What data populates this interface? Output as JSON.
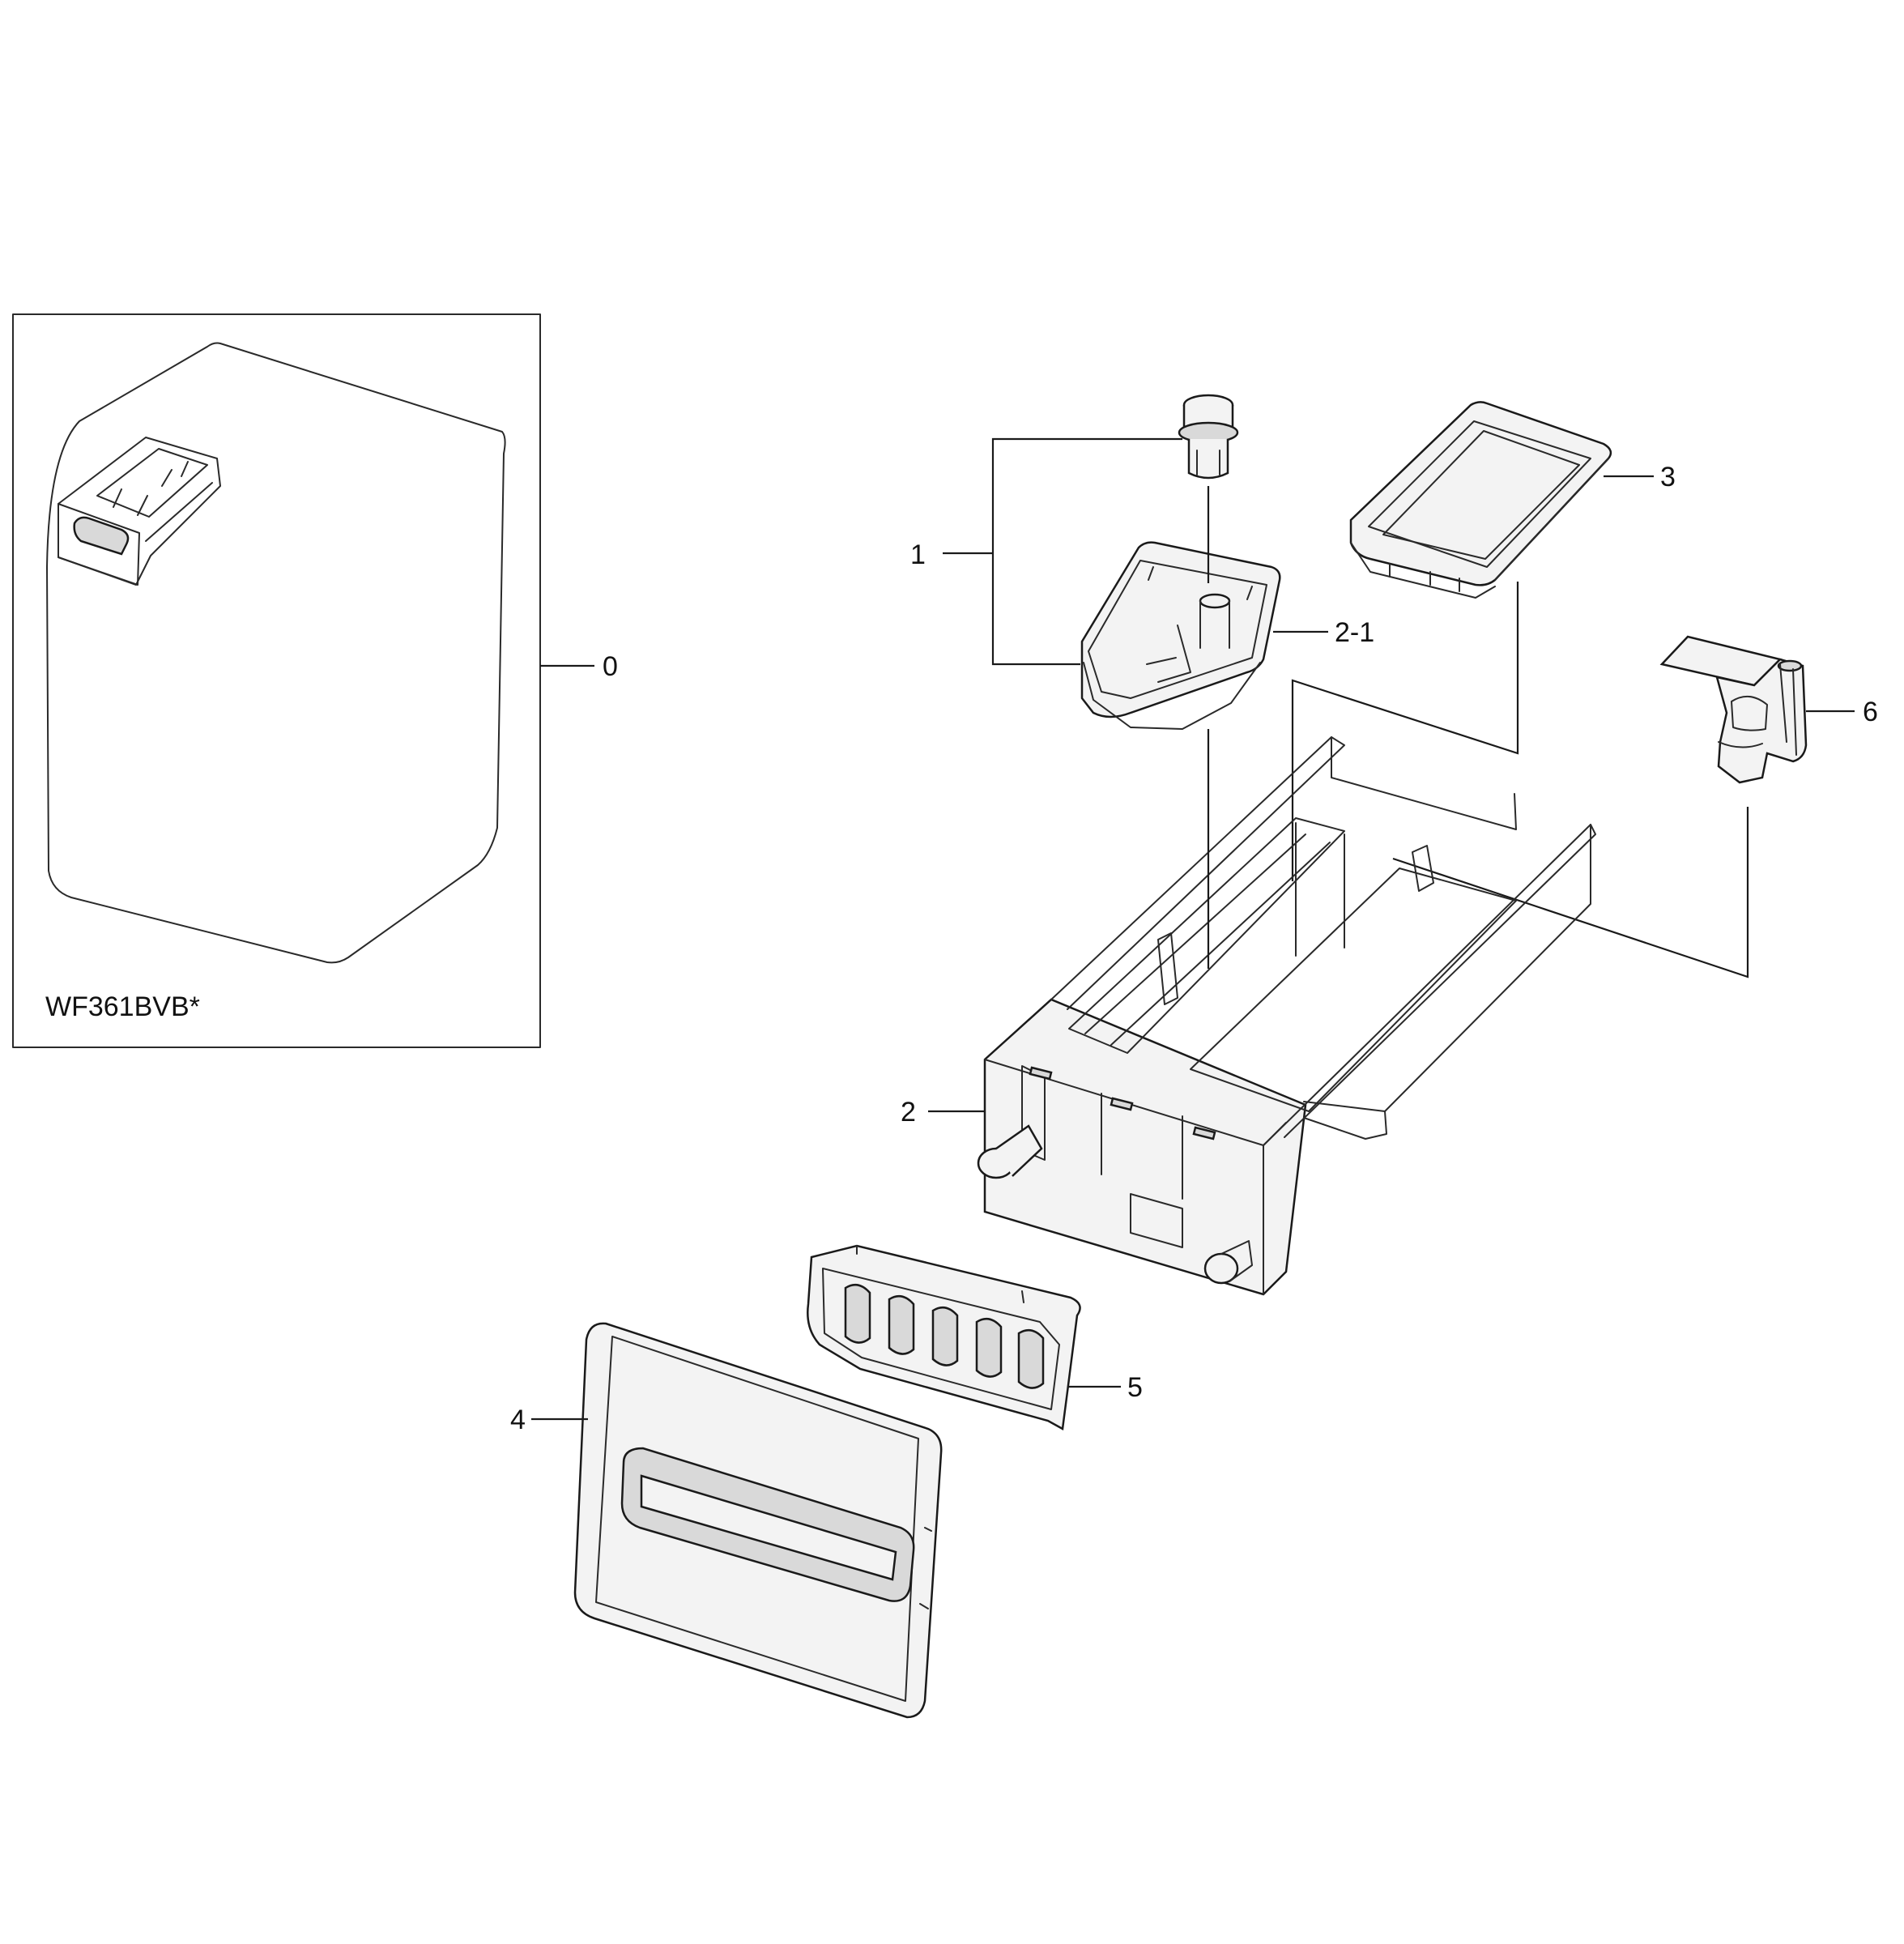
{
  "diagram": {
    "type": "exploded-parts-diagram",
    "inset": {
      "model_label": "WF361BVB*"
    },
    "callouts": [
      {
        "id": "callout-0",
        "label": "0"
      },
      {
        "id": "callout-1",
        "label": "1"
      },
      {
        "id": "callout-2",
        "label": "2"
      },
      {
        "id": "callout-2-1",
        "label": "2-1"
      },
      {
        "id": "callout-3",
        "label": "3"
      },
      {
        "id": "callout-4",
        "label": "4"
      },
      {
        "id": "callout-5",
        "label": "5"
      },
      {
        "id": "callout-6",
        "label": "6"
      }
    ]
  }
}
